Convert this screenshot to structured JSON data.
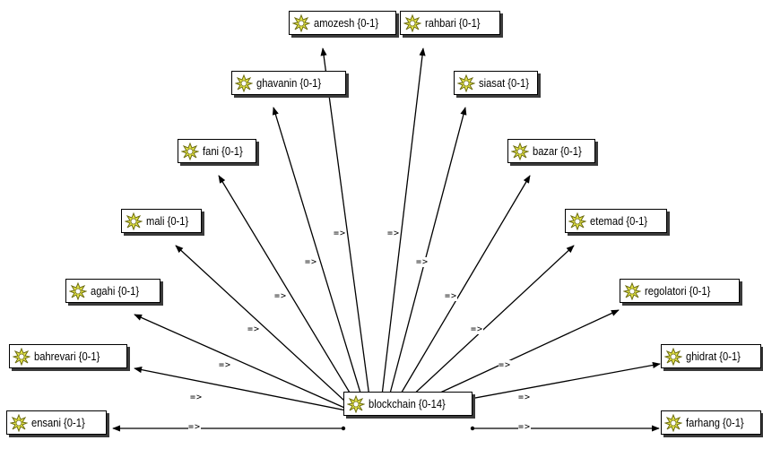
{
  "graph": {
    "hub": {
      "id": "blockchain",
      "label": "blockchain {0-14}"
    },
    "relation_label": "=>",
    "arrow_direction": "from-hub",
    "node_icon": "star-concept-icon",
    "colors": {
      "node_border": "#000000",
      "node_shadow": "#3a3a3a",
      "icon_fill": "#e6e64a",
      "icon_stroke": "#6b6b10",
      "edge": "#000000"
    },
    "nodes": [
      {
        "id": "amozesh",
        "label": "amozesh {0-1}"
      },
      {
        "id": "rahbari",
        "label": "rahbari {0-1}"
      },
      {
        "id": "ghavanin",
        "label": "ghavanin {0-1}"
      },
      {
        "id": "siasat",
        "label": "siasat {0-1}"
      },
      {
        "id": "fani",
        "label": "fani {0-1}"
      },
      {
        "id": "bazar",
        "label": "bazar {0-1}"
      },
      {
        "id": "mali",
        "label": "mali {0-1}"
      },
      {
        "id": "etemad",
        "label": "etemad {0-1}"
      },
      {
        "id": "agahi",
        "label": "agahi {0-1}"
      },
      {
        "id": "regolatori",
        "label": "regolatori {0-1}"
      },
      {
        "id": "bahrevari",
        "label": "bahrevari {0-1}"
      },
      {
        "id": "ghidrat",
        "label": "ghidrat {0-1}"
      },
      {
        "id": "ensani",
        "label": "ensani {0-1}"
      },
      {
        "id": "farhang",
        "label": "farhang {0-1}"
      }
    ]
  }
}
